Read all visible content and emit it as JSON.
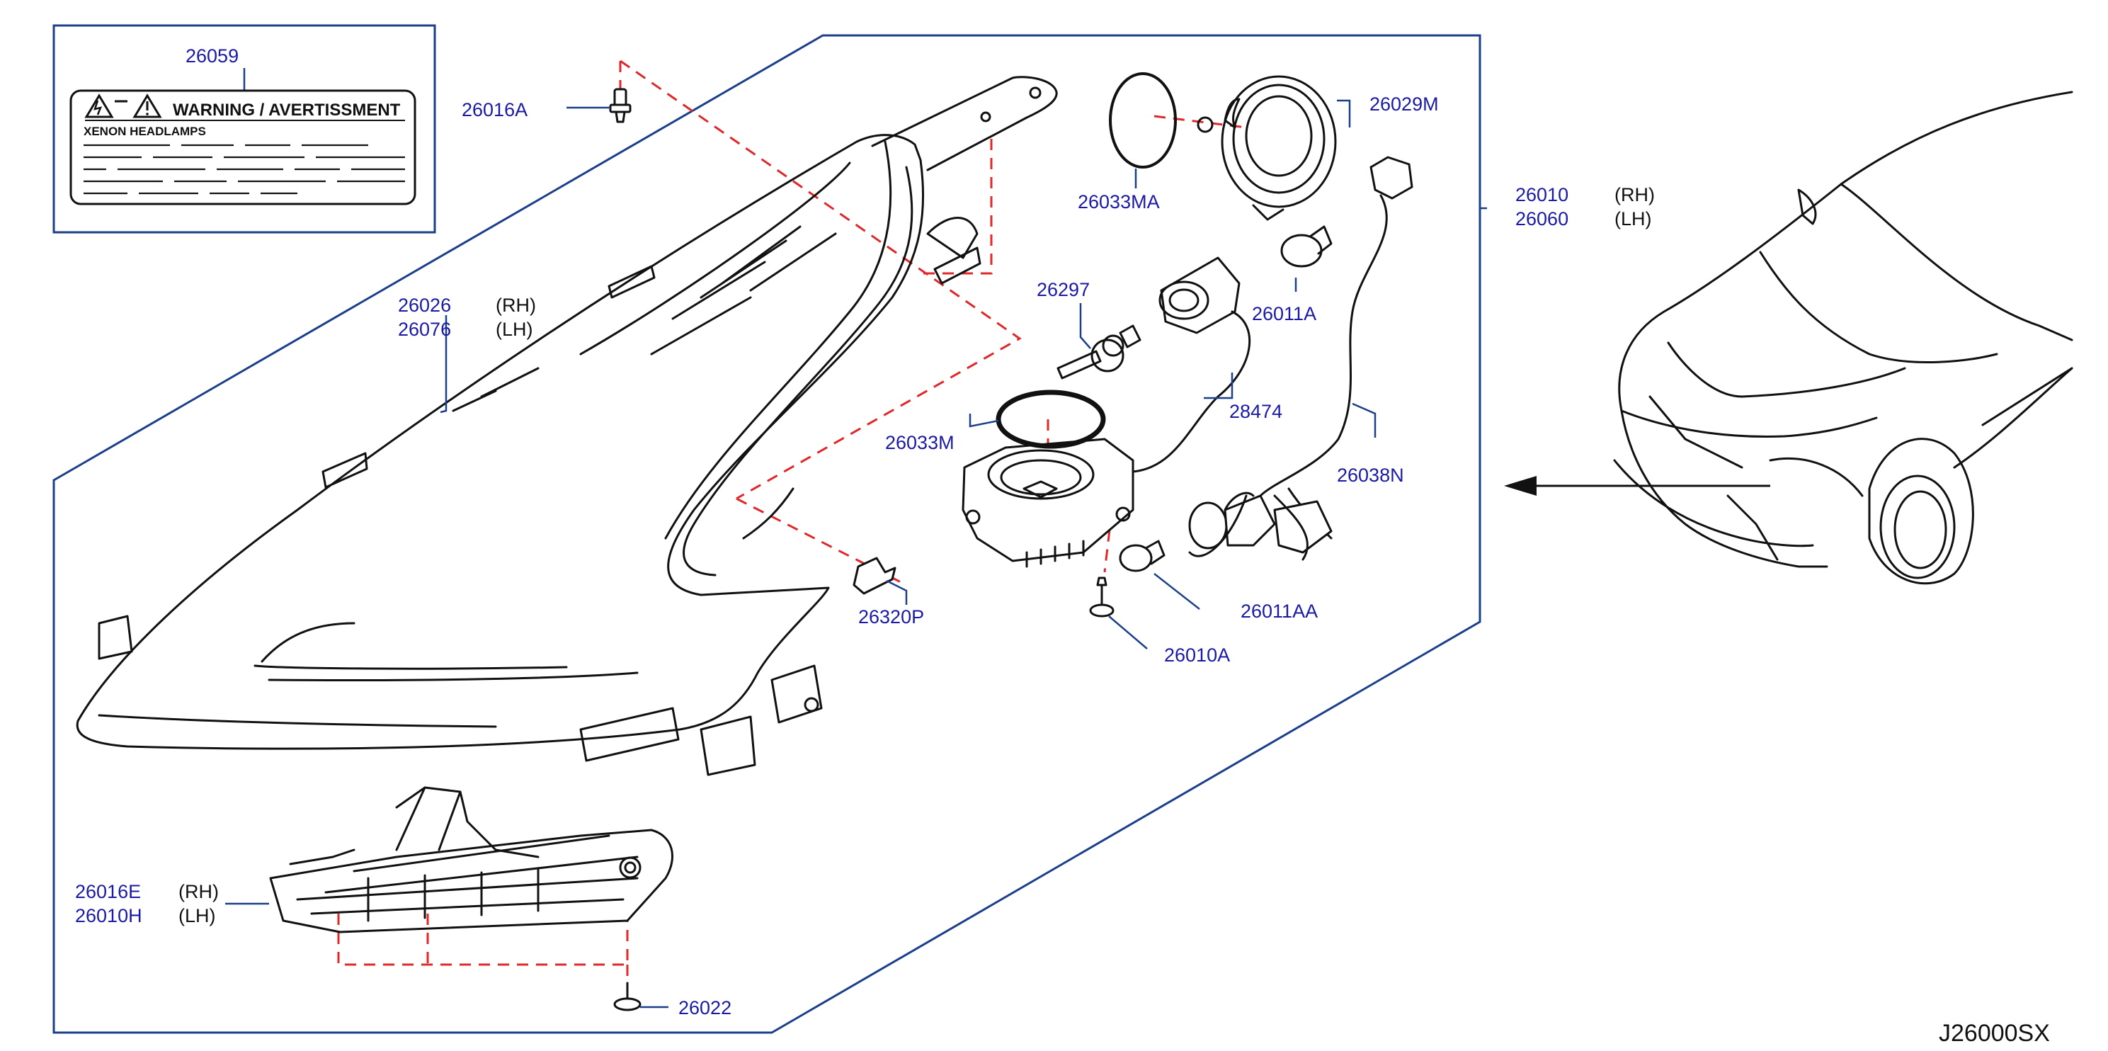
{
  "diagram_code": "J26000SX",
  "warning_label": {
    "part_number": "26059",
    "title": "WARNING / AVERTISSMENT",
    "subtitle": "XENON HEADLAMPS"
  },
  "callouts": {
    "p26016A": "26016A",
    "p26026": "26026",
    "p26076": "26076",
    "p26033MA": "26033MA",
    "p26029M": "26029M",
    "p26010": "26010",
    "p26060": "26060",
    "p26297": "26297",
    "p26011A": "26011A",
    "p28474": "28474",
    "p26033M": "26033M",
    "p26038N": "26038N",
    "p26320P": "26320P",
    "p26011AA": "26011AA",
    "p26010A": "26010A",
    "p26016E": "26016E",
    "p26010H": "26010H",
    "p26022": "26022"
  },
  "side_labels": {
    "rh": "(RH)",
    "lh": "(LH)"
  },
  "colors": {
    "part_number": "#1a1aa6",
    "frame": "#1c3f8c",
    "dashed_guide": "#e0282a",
    "outline": "#111111"
  }
}
